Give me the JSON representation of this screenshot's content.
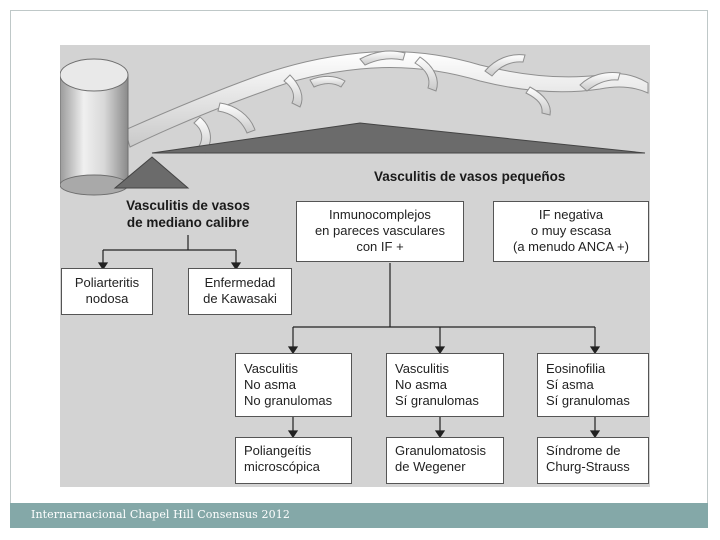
{
  "diagram": {
    "small_vessels_heading": "Vasculitis de vasos pequeños",
    "medium_vessels_heading": "Vasculitis de vasos\nde mediano calibre",
    "medium_children": [
      {
        "label": "Poliarteritis\nnodosa"
      },
      {
        "label": "Enfermedad\nde Kawasaki"
      }
    ],
    "immune_complex": "Inmunocomplejos\nen pareces vasculares\ncon IF +",
    "if_negative": "IF negativa\no muy escasa\n(a menudo ANCA +)",
    "criteria": [
      {
        "label": "Vasculitis\nNo asma\nNo granulomas"
      },
      {
        "label": "Vasculitis\nNo asma\nSí granulomas"
      },
      {
        "label": "Eosinofilia\nSí asma\nSí granulomas"
      }
    ],
    "diagnoses": [
      {
        "label": "Poliangeítis\nmicroscópica"
      },
      {
        "label": "Granulomatosis\nde Wegener"
      },
      {
        "label": "Síndrome de\nChurg-Strauss"
      }
    ]
  },
  "footer": {
    "source": "Internarnacional Chapel Hill Consensus 2012"
  },
  "colors": {
    "footer_bg": "#84a8a8",
    "panel_bg": "#d3d3d3"
  }
}
